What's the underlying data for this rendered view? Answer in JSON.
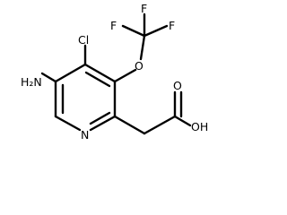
{
  "molecule": {
    "atoms": {
      "nh2": "H₂N",
      "cl": "Cl",
      "o_ether": "O",
      "f_left": "F",
      "f_top": "F",
      "f_right": "F",
      "n_ring": "N",
      "o_carbonyl": "O",
      "oh": "OH"
    }
  },
  "colors": {
    "ink": "#000000",
    "background": "#ffffff"
  }
}
